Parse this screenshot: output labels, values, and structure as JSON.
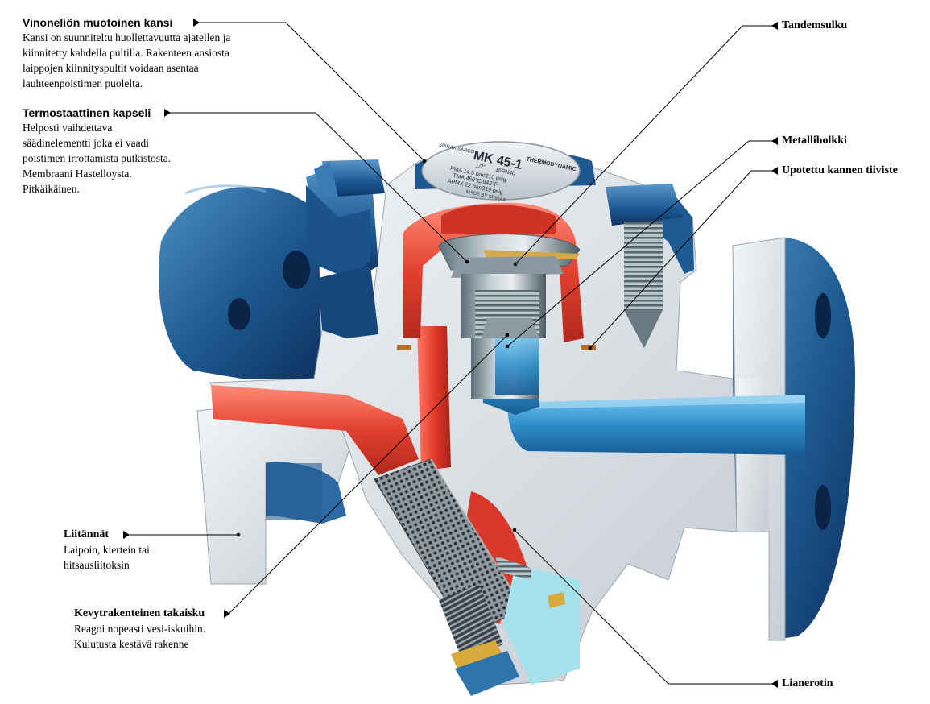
{
  "labels": {
    "cover": {
      "title": "Vinoneliön muotoinen kansi",
      "lines": [
        "Kansi on suunniteltu huollettavuutta ajatellen ja",
        "kiinnitetty kahdella pultilla. Rakenteen ansiosta",
        "laippojen kiinnityspultit voidaan asentaa",
        "lauhteenpoistimen puolelta."
      ]
    },
    "capsule": {
      "title": "Termostaattinen kapseli",
      "lines": [
        "Helposti vaihdettava",
        "säädinelementti joka ei vaadi",
        "poistimen irrottamista putkistosta.",
        "Membraani Hastelloysta.",
        "Pitkäikäinen."
      ]
    },
    "connections": {
      "title": "Liitännät",
      "lines": [
        "Laipoin, kiertein tai",
        "hitsausliitoksin"
      ]
    },
    "check_valve": {
      "title": "Kevytrakenteinen takaisku",
      "lines": [
        "Reagoi nopeasti vesi-iskuihin.",
        "Kulutusta kestävä rakenne"
      ]
    },
    "tandem_seal": {
      "title": "Tandemsulku"
    },
    "metal_sleeve": {
      "title": "Metalliholkki"
    },
    "cover_gasket": {
      "title": "Upotettu kannen tiiviste"
    },
    "strainer": {
      "title": "Lianerotin"
    }
  },
  "nameplate": {
    "brand": "THERMODYNAMIC",
    "model": "MK 45-1",
    "size": "1/2\"",
    "rating": "15PN40",
    "pma": "PMA 14.5 bar/210 psig",
    "tma": "TMA 450°C/842°F",
    "apmx": "APMX 22 bar/319 psig",
    "made": "MADE BY SPIRAX",
    "maker": "SPIRAX SARCO"
  },
  "colors": {
    "body_blue": "#1e5a8f",
    "body_grey": "#dadfe4",
    "steam_red": "#d93a2b",
    "condensate_blue": "#2a88c4"
  }
}
